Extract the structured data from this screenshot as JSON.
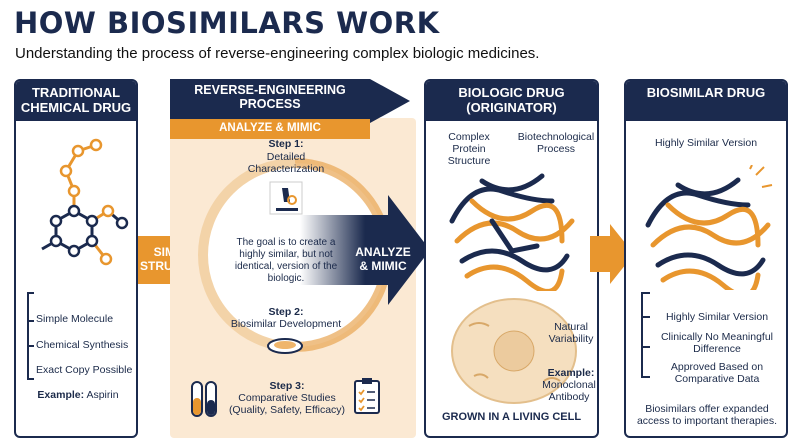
{
  "header": {
    "title": "HOW BIOSIMILARS WORK",
    "subtitle": "Understanding the process of reverse-engineering complex biologic medicines."
  },
  "traditional": {
    "heading": "TRADITIONAL CHEMICAL DRUG",
    "items": [
      "Simple Molecule",
      "Chemical Synthesis",
      "Exact Copy Possible"
    ],
    "example_label": "Example:",
    "example_value": "Aspirin"
  },
  "arrow_left": {
    "label": "SIMPLE STRUCTURE"
  },
  "process": {
    "heading": "REVERSE-ENGINEERING PROCESS",
    "subheading": "ANALYZE & MIMIC",
    "step1_label": "Step 1:",
    "step1_text": "Detailed Characterization",
    "goal": "The goal is to create a highly similar, but not identical, version of the biologic.",
    "step2_label": "Step 2:",
    "step2_text": "Biosimilar Development",
    "step3_label": "Step 3:",
    "step3_text": "Comparative Studies (Quality, Safety, Efficacy)"
  },
  "arrow_mid": {
    "label": "ANALYZE & MIMIC"
  },
  "biologic": {
    "heading": "BIOLOGIC DRUG (ORIGINATOR)",
    "label_protein": "Complex Protein Structure",
    "label_process": "Biotechnological Process",
    "label_variability": "Natural Variability",
    "example_label": "Example:",
    "example_value": "Monoclonal Antibody",
    "footer": "GROWN IN A LIVING CELL"
  },
  "biosimilar": {
    "heading": "BIOSIMILAR DRUG",
    "top_label": "Highly Similar Version",
    "items": [
      "Highly Similar Version",
      "Clinically No Meaningful Difference",
      "Approved Based on Comparative Data"
    ],
    "footer": "Biosimilars offer expanded access to important therapies."
  },
  "colors": {
    "navy": "#1b2a4e",
    "orange": "#e8962e",
    "cream": "#fbe9d3"
  }
}
